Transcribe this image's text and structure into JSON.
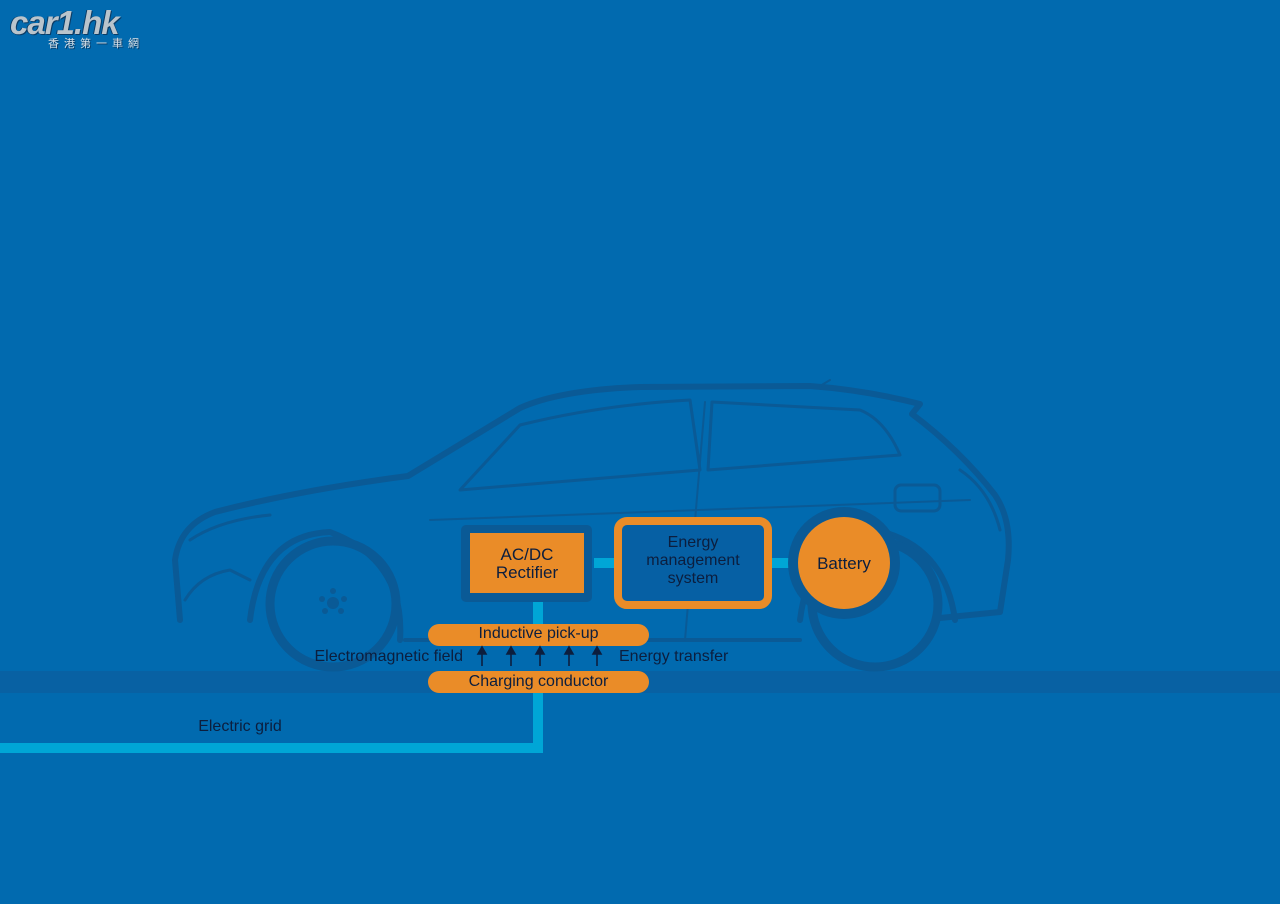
{
  "logo": {
    "text": "car1.hk",
    "subtitle": "香港第一車網"
  },
  "labels": {
    "rectifier": "AC/DC\nRectifier",
    "energy_management": "Energy\nmanagement\nsystem",
    "battery": "Battery",
    "inductive_pickup": "Inductive pick-up",
    "electromagnetic_field": "Electromagnetic field",
    "energy_transfer": "Energy transfer",
    "charging_conductor": "Charging conductor",
    "electric_grid": "Electric grid"
  },
  "colors": {
    "background": "#016aaf",
    "orange": "#ea8c28",
    "cyan_line": "#00a6d6",
    "car_outline": "#0a5a96",
    "road": "#0861a3",
    "text": "#0c1e3e"
  },
  "icons": {
    "arrow": "up-arrow-icon"
  }
}
